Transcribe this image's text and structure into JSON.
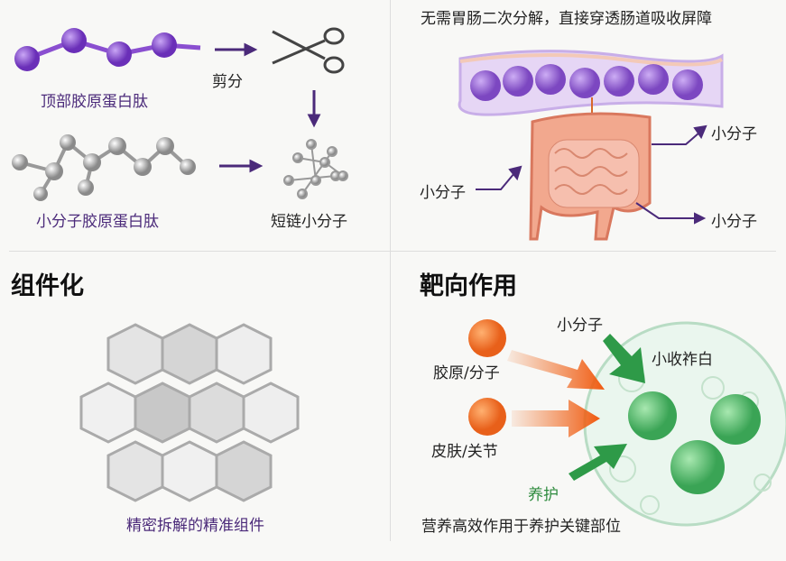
{
  "top_left": {
    "label_top_peptide": "顶部胶原蛋白肽",
    "label_cut": "剪分",
    "label_small_peptide": "小分子胶原蛋白肽",
    "label_short_chain": "短链小分子"
  },
  "top_right": {
    "title": "无需胃肠二次分解，直接穿透肠道吸收屏障",
    "label_right_upper": "小分子",
    "label_left": "小分子",
    "label_right_lower": "小分子"
  },
  "bottom_left": {
    "heading": "组件化",
    "caption": "精密拆解的精准组件"
  },
  "bottom_right": {
    "heading": "靶向作用",
    "label_small_molecule": "小分子",
    "label_cell": "小收祚白",
    "label_collagen": "胶原/分子",
    "label_skin_joint": "皮肤/关节",
    "label_care": "养护",
    "caption": "营养高效作用于养护关键部位"
  },
  "colors": {
    "purple": "#8a4fd0",
    "orange": "#f06a1e",
    "green": "#2e9a48"
  }
}
